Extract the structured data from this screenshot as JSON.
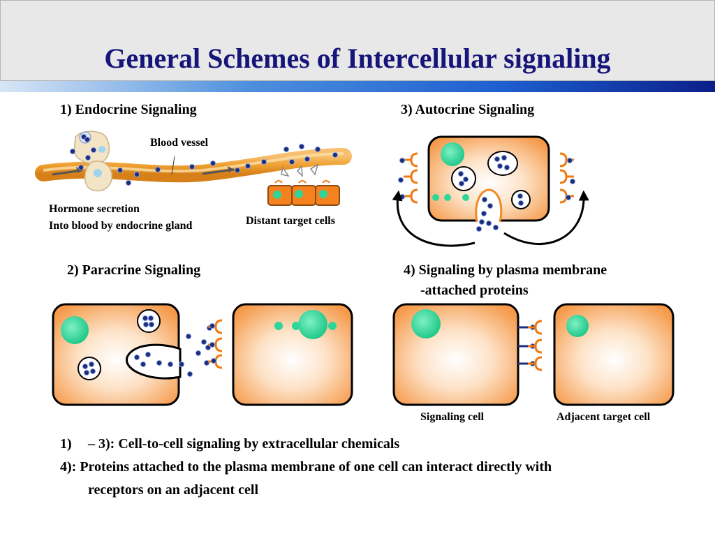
{
  "title": "General Schemes of Intercellular signaling",
  "sections": {
    "endocrine": {
      "heading": "1) Endocrine Signaling",
      "blood_vessel_label": "Blood vessel",
      "secretion_line1": "Hormone secretion",
      "secretion_line2": "Into blood by endocrine gland",
      "targets_label": "Distant target cells"
    },
    "autocrine": {
      "heading": "3) Autocrine Signaling"
    },
    "paracrine": {
      "heading": "2) Paracrine Signaling"
    },
    "membrane": {
      "heading_line1": "4) Signaling by plasma membrane",
      "heading_line2": "-attached proteins",
      "signaling_cell_label": "Signaling cell",
      "adjacent_cell_label": "Adjacent target cell"
    }
  },
  "notes": {
    "line1_number": "1)",
    "line1_text": "– 3): Cell-to-cell signaling by extracellular chemicals",
    "line2": "4): Proteins attached to the plasma membrane of one cell can interact directly with",
    "line3": "receptors on an adjacent cell"
  },
  "colors": {
    "title": "#15157a",
    "cell_edge": "#f08a24",
    "cell_fill": "#f7a55a",
    "nucleus": "#2fd69a",
    "molecule": "#1d2f7a",
    "receptor": "#f07a10",
    "vessel": "#f0a030"
  }
}
